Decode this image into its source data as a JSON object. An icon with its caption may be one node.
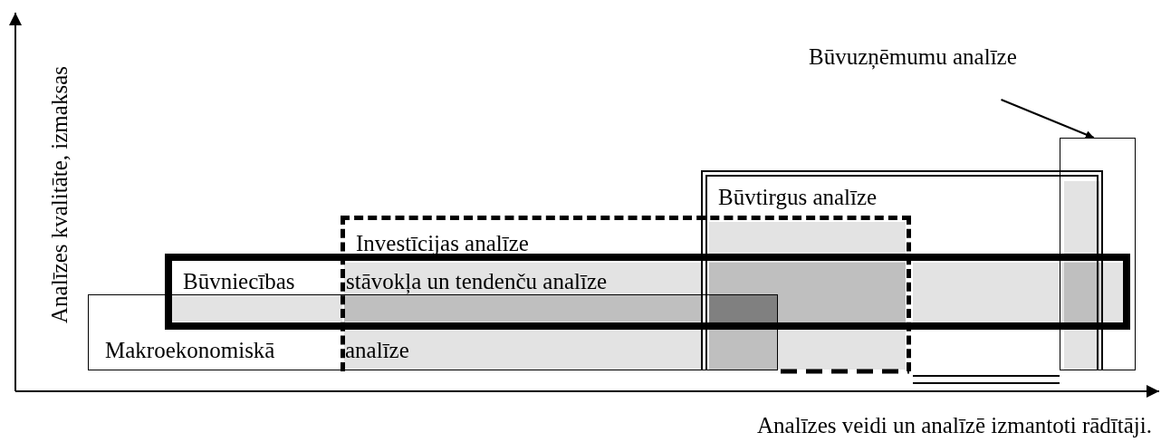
{
  "diagram": {
    "nodes": [
      {
        "text": [
          "Makroekonomiskā",
          "analīze"
        ]
      },
      {
        "text": [
          "Būvniecības",
          "stāvokļa un tendenču analīze"
        ]
      },
      {
        "text": [
          "Investīcijas analīze"
        ]
      },
      {
        "text": [
          "Būvtirgus analīze"
        ]
      },
      {
        "text": [],
        "shape": "box"
      },
      {
        "text": [
          "Būvuzņēmumu analīze"
        ]
      }
    ],
    "edges": [
      {
        "from": 5,
        "to": 4,
        "arrow": "to"
      }
    ],
    "labels": [
      "Analīzes kvalitāte, izmaksas",
      "Analīzes veidi un analīzē izmantoti rādītāji."
    ]
  }
}
